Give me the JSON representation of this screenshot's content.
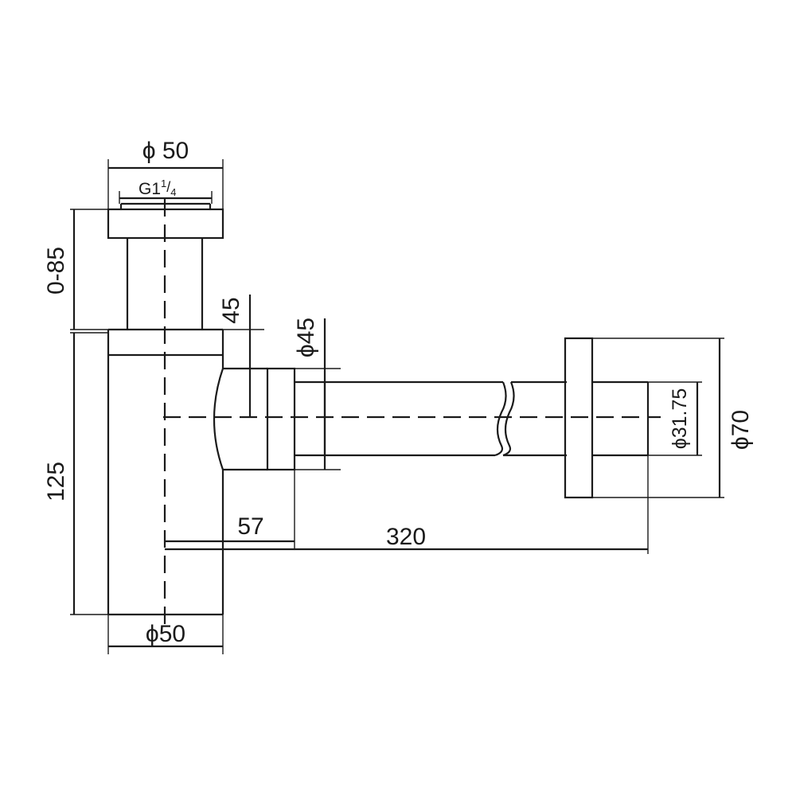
{
  "drawing": {
    "colors": {
      "line": "#1a1a1a",
      "background": "#ffffff"
    },
    "dimensions": {
      "top_diameter": "ϕ 50",
      "thread": {
        "prefix": "G1",
        "num": "1",
        "den": "4"
      },
      "height_adjust": "0-85",
      "bottle_height": "125",
      "bottom_diameter": "ϕ50",
      "outlet_offset": "45",
      "outlet_diameter": "ϕ45",
      "outlet_length": "57",
      "pipe_length": "320",
      "pipe_diameter": "ϕ31.75",
      "flange_diameter": "ϕ70"
    }
  }
}
